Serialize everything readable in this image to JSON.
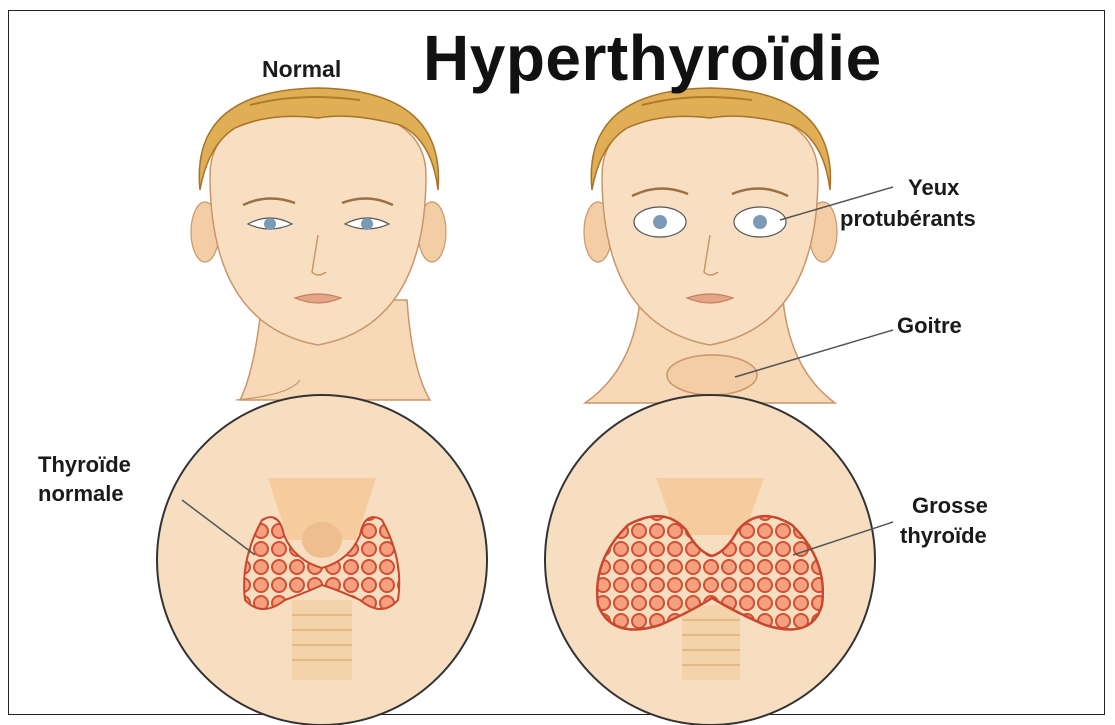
{
  "title": "Hyperthyroïdie",
  "labels": {
    "normal": "Normal",
    "yeux_1": "Yeux",
    "yeux_2": "protubérants",
    "goitre": "Goitre",
    "thyroide_normale_1": "Thyroïde",
    "thyroide_normale_2": "normale",
    "grosse_thyroide_1": "Grosse",
    "grosse_thyroide_2": "thyroïde"
  },
  "colors": {
    "skin": "#f7d9b8",
    "skin_shade": "#ecc49c",
    "hair": "#dfae55",
    "hair_dark": "#b07a2a",
    "arrow_normal": "#6a9a48",
    "arrow_hyper": "#c0392b",
    "thyroid": "#e8734f",
    "circle_fill": "#f8dec1",
    "outline": "#333333"
  },
  "icons": {
    "arrow_normal": "arrow-down-green-icon",
    "arrow_hyper": "arrow-down-red-icon"
  }
}
